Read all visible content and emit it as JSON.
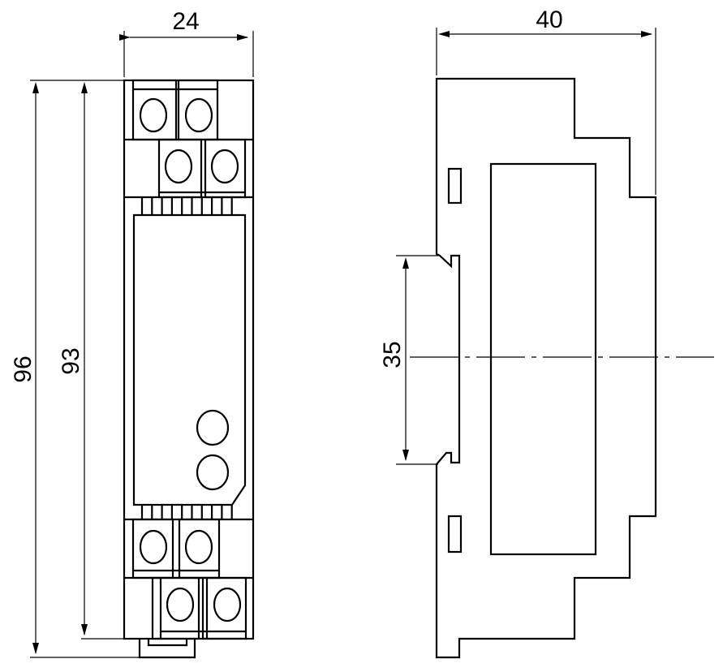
{
  "front_view": {
    "width_label": "24",
    "height_outer_label": "96",
    "height_inner_label": "93"
  },
  "side_view": {
    "depth_label": "40",
    "rail_label": "35"
  }
}
